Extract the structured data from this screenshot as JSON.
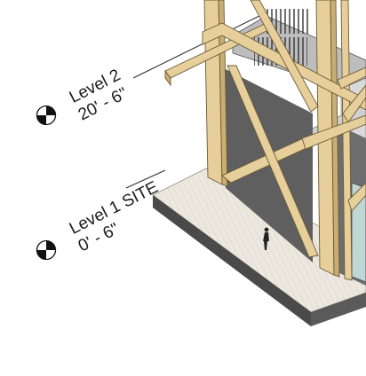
{
  "levels": [
    {
      "name": "Level 2",
      "elevation": "20' - 6\""
    },
    {
      "name": "Level 1 SITE",
      "elevation": "0' - 6\""
    }
  ],
  "colors": {
    "timber": "#e6cf9a",
    "timber_dark": "#c9ad72",
    "timber_edge": "#6b5a35",
    "wall": "#5e5e5e",
    "wall_light": "#9a9a9a",
    "slab_top": "#ece8df",
    "slab_edge": "#565656",
    "glass": "#bfd6d4",
    "line": "#1b1b1b"
  },
  "icons": [
    "level-marker-icon",
    "person-figure-icon"
  ]
}
